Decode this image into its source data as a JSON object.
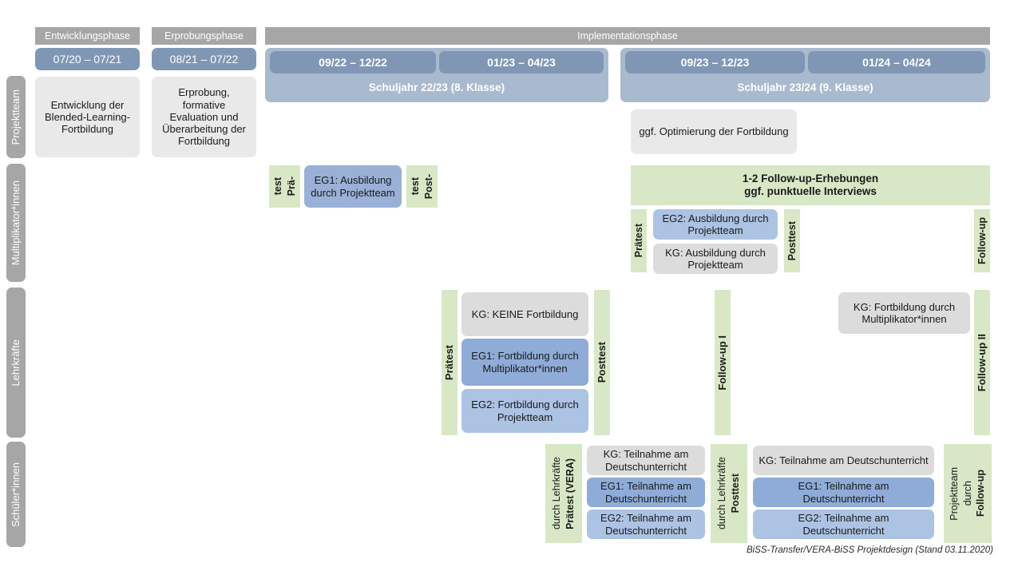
{
  "phases": [
    {
      "label": "Entwicklungsphase"
    },
    {
      "label": "Erprobungsphase"
    },
    {
      "label": "Implementationsphase"
    }
  ],
  "dates": [
    {
      "label": "07/20 – 07/21"
    },
    {
      "label": "08/21 – 07/22"
    },
    {
      "label": "09/22 – 12/22"
    },
    {
      "label": "01/23 – 04/23"
    },
    {
      "label": "09/23 – 12/23"
    },
    {
      "label": "01/24 – 04/24"
    }
  ],
  "school_years": [
    {
      "label": "Schuljahr 22/23 (8. Klasse)"
    },
    {
      "label": "Schuljahr 23/24 (9. Klasse)"
    }
  ],
  "sidebar": {
    "items": [
      {
        "label": "Projektteam"
      },
      {
        "label": "Multiplikator*innen"
      },
      {
        "label": "Lehrkräfte"
      },
      {
        "label": "Schüler*innen"
      }
    ]
  },
  "projektteam": {
    "entwicklung": "Entwicklung der Blended-Learning-Fortbildung",
    "erprobung": "Erprobung, formative Evaluation und Überarbeitung der Fortbildung",
    "optimierung": "ggf. Optimierung der Fortbildung"
  },
  "multiplikator": {
    "praetest_l1": "Prä-",
    "praetest_l2": "test",
    "posttest_l1": "Post-",
    "posttest_l2": "test",
    "eg1": "EG1: Ausbildung durch Projektteam",
    "followup_banner_l1": "1-2 Follow-up-Erhebungen",
    "followup_banner_l2": "ggf. punktuelle Interviews",
    "praetest2": "Prätest",
    "posttest2": "Posttest",
    "eg2": "EG2: Ausbildung durch Projektteam",
    "kg": "KG: Ausbildung durch Projektteam",
    "followup": "Follow-up"
  },
  "lehrkraefte": {
    "praetest": "Prätest",
    "posttest": "Posttest",
    "kg_keine": "KG: KEINE Fortbildung",
    "eg1": "EG1: Fortbildung durch Multiplikator*innen",
    "eg2": "EG2: Fortbildung durch Projektteam",
    "followup_1": "Follow-up I",
    "followup_2": "Follow-up II",
    "kg_fortbildung": "KG: Fortbildung durch Multiplikator*innen"
  },
  "schueler": {
    "praetest_main": "Prätest (VERA)",
    "praetest_sub": "durch Lehrkräfte",
    "posttest_main": "Posttest",
    "posttest_sub": "durch Lehrkräfte",
    "followup_main": "Follow-up",
    "followup_sub1": "durch",
    "followup_sub2": "Projektteam",
    "kg": "KG: Teilnahme am Deutschunterricht",
    "eg1": "EG1: Teilnahme am Deutschunterricht",
    "eg2": "EG2: Teilnahme am Deutschunterricht"
  },
  "footer": {
    "text": "BiSS-Transfer/VERA-BiSS Projektdesign (Stand 03.11.2020)"
  },
  "colors": {
    "phase_grey": "#a6a6a6",
    "date_blue": "#7f97b5",
    "year_blue": "#a9bace",
    "kg_grey": "#dcdcdc",
    "eg1_blue": "#8facd8",
    "eg2_blue": "#adc3e4",
    "green": "#d8e8c6"
  }
}
